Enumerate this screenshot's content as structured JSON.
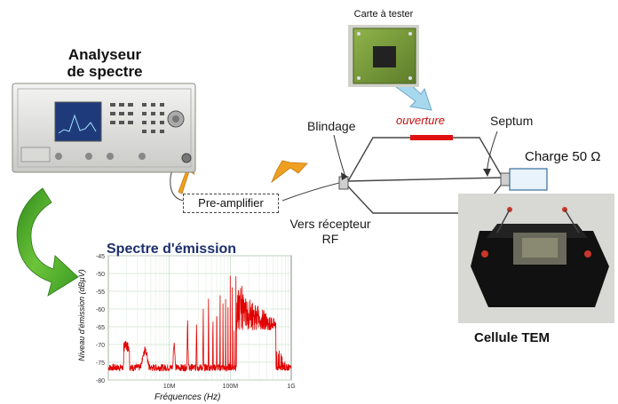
{
  "titles": {
    "analyzer_line1": "Analyseur",
    "analyzer_line2": "de spectre",
    "board": "Carte à tester",
    "spectrum": "Spectre d'émission",
    "tem_cell": "Cellule TEM"
  },
  "labels": {
    "ouverture": "ouverture",
    "blindage": "Blindage",
    "septum": "Septum",
    "charge": "Charge 50 Ω",
    "preamp": "Pre-amplifier",
    "vers_line1": "Vers récepteur",
    "vers_line2": "RF"
  },
  "chart_data": {
    "type": "line",
    "title": "Spectre d'émission",
    "xlabel": "Fréquences (Hz)",
    "ylabel": "Niveau d'émission (dBµV)",
    "x_scale": "log",
    "x_ticks": [
      "10M",
      "100M",
      "1G"
    ],
    "y_ticks": [
      "-45",
      "-50",
      "-55",
      "-60",
      "-65",
      "-70",
      "-75",
      "-80"
    ],
    "ylim": [
      -80,
      -45
    ],
    "grid": true,
    "series_color": "#e00000"
  },
  "colors": {
    "accent_arrow": "#f0a020",
    "green_arrow": "#5cb82e",
    "opening": "#e01010",
    "blue_arrow": "#a8d8ee"
  }
}
